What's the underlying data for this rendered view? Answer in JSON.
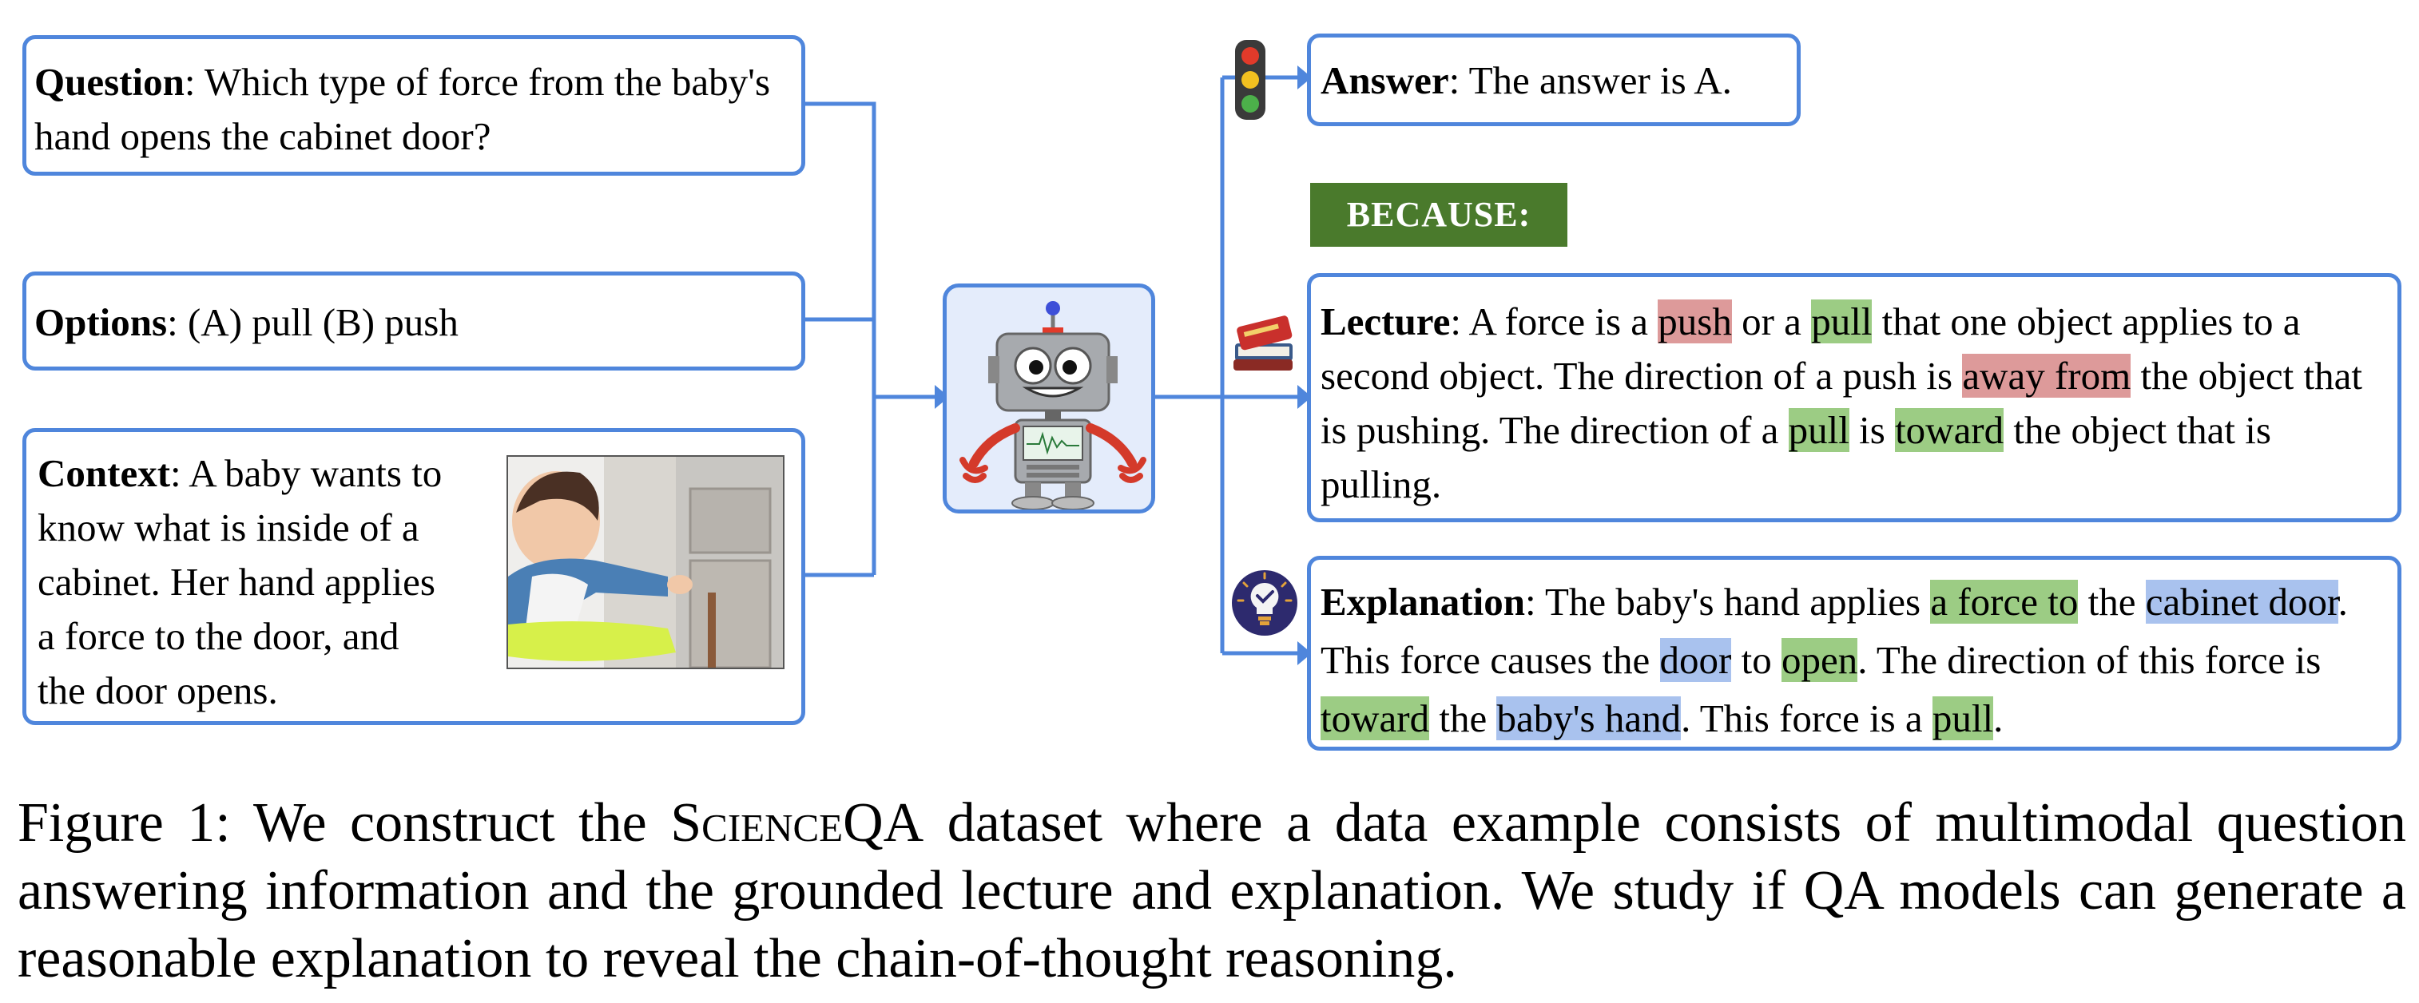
{
  "question": {
    "label": "Question",
    "text": ": Which type of force from the baby's hand opens the cabinet door?"
  },
  "options": {
    "label": "Options",
    "text": ": (A) pull (B) push"
  },
  "context": {
    "label": "Context",
    "lines": [
      ": A baby wants to",
      "know what is inside of a",
      "cabinet. Her hand applies",
      "a force to the door, and",
      "the door opens."
    ]
  },
  "answer": {
    "label": "Answer",
    "text": ": The answer is A."
  },
  "because_label": "BECAUSE:",
  "lecture": {
    "label": "Lecture",
    "segments": [
      {
        "text": ": A force is a ",
        "hl": ""
      },
      {
        "text": "push",
        "hl": "red"
      },
      {
        "text": " or a ",
        "hl": ""
      },
      {
        "text": "pull",
        "hl": "green"
      },
      {
        "text": " that one object applies to a second object. The direction of a push is ",
        "hl": ""
      },
      {
        "text": "away from",
        "hl": "red"
      },
      {
        "text": " the object that is pushing. The direction of a ",
        "hl": ""
      },
      {
        "text": "pull",
        "hl": "green"
      },
      {
        "text": " is ",
        "hl": ""
      },
      {
        "text": "toward",
        "hl": "green"
      },
      {
        "text": " the object that is pulling.",
        "hl": ""
      }
    ]
  },
  "explanation": {
    "label": "Explanation",
    "segments": [
      {
        "text": ": The baby's hand applies ",
        "hl": ""
      },
      {
        "text": "a force to",
        "hl": "green"
      },
      {
        "text": " the ",
        "hl": ""
      },
      {
        "text": "cabinet door",
        "hl": "blue"
      },
      {
        "text": ". This force causes the ",
        "hl": ""
      },
      {
        "text": "door",
        "hl": "blue"
      },
      {
        "text": " to ",
        "hl": ""
      },
      {
        "text": "open",
        "hl": "green"
      },
      {
        "text": ". The direction of this force is ",
        "hl": ""
      },
      {
        "text": "toward",
        "hl": "green"
      },
      {
        "text": " the ",
        "hl": ""
      },
      {
        "text": "baby's hand",
        "hl": "blue"
      },
      {
        "text": ". This force is a ",
        "hl": ""
      },
      {
        "text": "pull",
        "hl": "green"
      },
      {
        "text": ".",
        "hl": ""
      }
    ]
  },
  "caption": {
    "prefix": "Figure 1:  We construct the ",
    "dataset_name": "ScienceQA",
    "suffix": " dataset where a data example consists of multimodal question answering information and the grounded lecture and explanation. We study if QA models can generate a reasonable explanation to reveal the chain-of-thought reasoning."
  },
  "icons": [
    "traffic-light-icon",
    "book-icon",
    "lightbulb-icon",
    "robot-icon"
  ],
  "colors": {
    "accent_blue": "#4f86dc",
    "because_green": "#4a7a2c",
    "highlight_red": "#dd9a9a",
    "highlight_green": "#9ccc84",
    "highlight_blue": "#a9c2ee"
  }
}
